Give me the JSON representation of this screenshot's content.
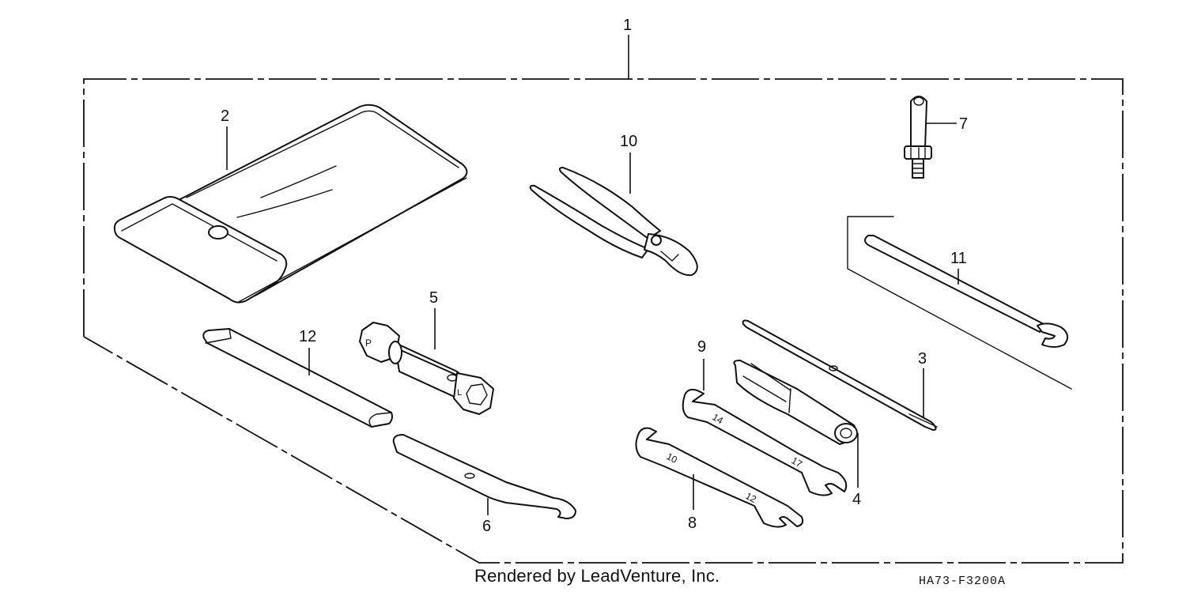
{
  "diagram": {
    "parts": [
      {
        "id": "1",
        "label": "1",
        "name": "tool-kit-assembly"
      },
      {
        "id": "2",
        "label": "2",
        "name": "tool-bag"
      },
      {
        "id": "3",
        "label": "3",
        "name": "screwdriver-blade"
      },
      {
        "id": "4",
        "label": "4",
        "name": "screwdriver-handle"
      },
      {
        "id": "5",
        "label": "5",
        "name": "plug-wrench"
      },
      {
        "id": "6",
        "label": "6",
        "name": "pin-spanner"
      },
      {
        "id": "7",
        "label": "7",
        "name": "knob-screw-tool"
      },
      {
        "id": "8",
        "label": "8",
        "name": "open-end-wrench-10x12"
      },
      {
        "id": "9",
        "label": "9",
        "name": "open-end-wrench-14x17"
      },
      {
        "id": "10",
        "label": "10",
        "name": "pliers"
      },
      {
        "id": "11",
        "label": "11",
        "name": "box-end-wrench-bar"
      },
      {
        "id": "12",
        "label": "12",
        "name": "extension-bar"
      }
    ],
    "wrench_markings": {
      "w8_a": "10",
      "w8_b": "12",
      "w9_a": "14",
      "w9_b": "17",
      "plug_a": "P",
      "plug_b": "L"
    }
  },
  "footer": {
    "credit": "Rendered by LeadVenture, Inc.",
    "code": "HA73-F3200A"
  }
}
